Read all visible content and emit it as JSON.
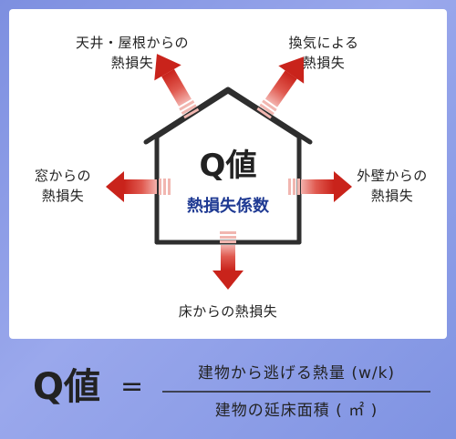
{
  "labels": {
    "roof_left_line1": "天井・屋根からの",
    "roof_left_line2": "熱損失",
    "roof_right_line1": "換気による",
    "roof_right_line2": "熱損失",
    "left_line1": "窓からの",
    "left_line2": "熱損失",
    "right_line1": "外壁からの",
    "right_line2": "熱損失",
    "bottom": "床からの熱損失"
  },
  "house": {
    "title": "Q値",
    "subtitle": "熱損失係数"
  },
  "formula": {
    "lhs": "Q値",
    "equals": "=",
    "numerator": "建物から逃げる熱量 (w/k)",
    "denominator": "建物の延床面積 ( ㎡ )"
  },
  "colors": {
    "arrow_red": "#d9342b",
    "arrow_dark": "#b3221c",
    "subtitle_blue": "#1f3a93",
    "band_blue": "#8797e6"
  }
}
